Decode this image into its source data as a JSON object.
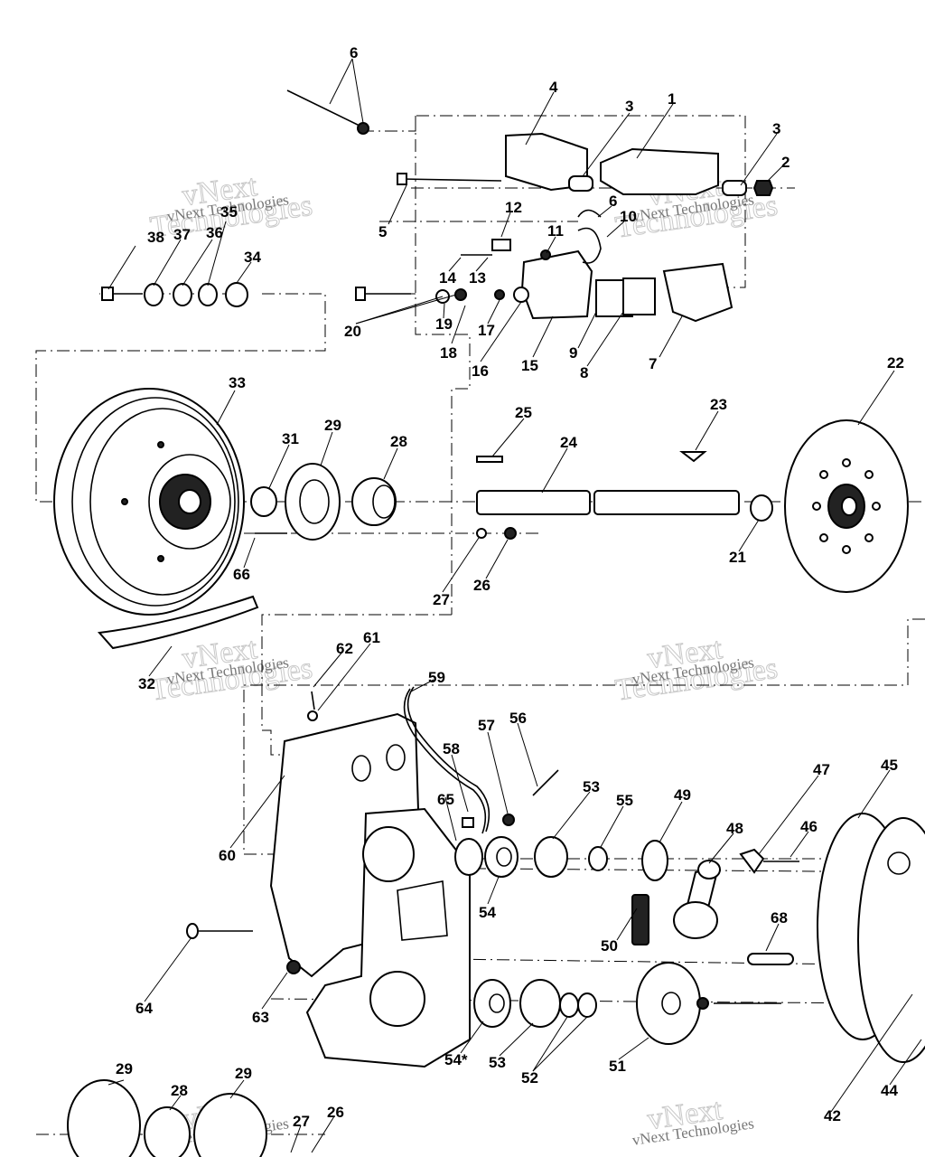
{
  "watermark": {
    "small": "vNext Technologies",
    "large_line1": "vNext",
    "large_line2": "Technologies"
  },
  "callouts": [
    "1",
    "2",
    "3",
    "3",
    "4",
    "5",
    "6",
    "6",
    "7",
    "8",
    "9",
    "10",
    "11",
    "12",
    "13",
    "14",
    "15",
    "16",
    "17",
    "18",
    "19",
    "20",
    "21",
    "22",
    "23",
    "24",
    "25",
    "26",
    "27",
    "28",
    "29",
    "31",
    "32",
    "33",
    "34",
    "35",
    "36",
    "37",
    "38",
    "42",
    "44",
    "45",
    "46",
    "47",
    "48",
    "49",
    "50",
    "51",
    "52",
    "53",
    "53",
    "54",
    "54*",
    "55",
    "56",
    "57",
    "58",
    "59",
    "60",
    "61",
    "62",
    "63",
    "64",
    "65",
    "66",
    "68",
    "29",
    "28",
    "29",
    "27",
    "26"
  ]
}
